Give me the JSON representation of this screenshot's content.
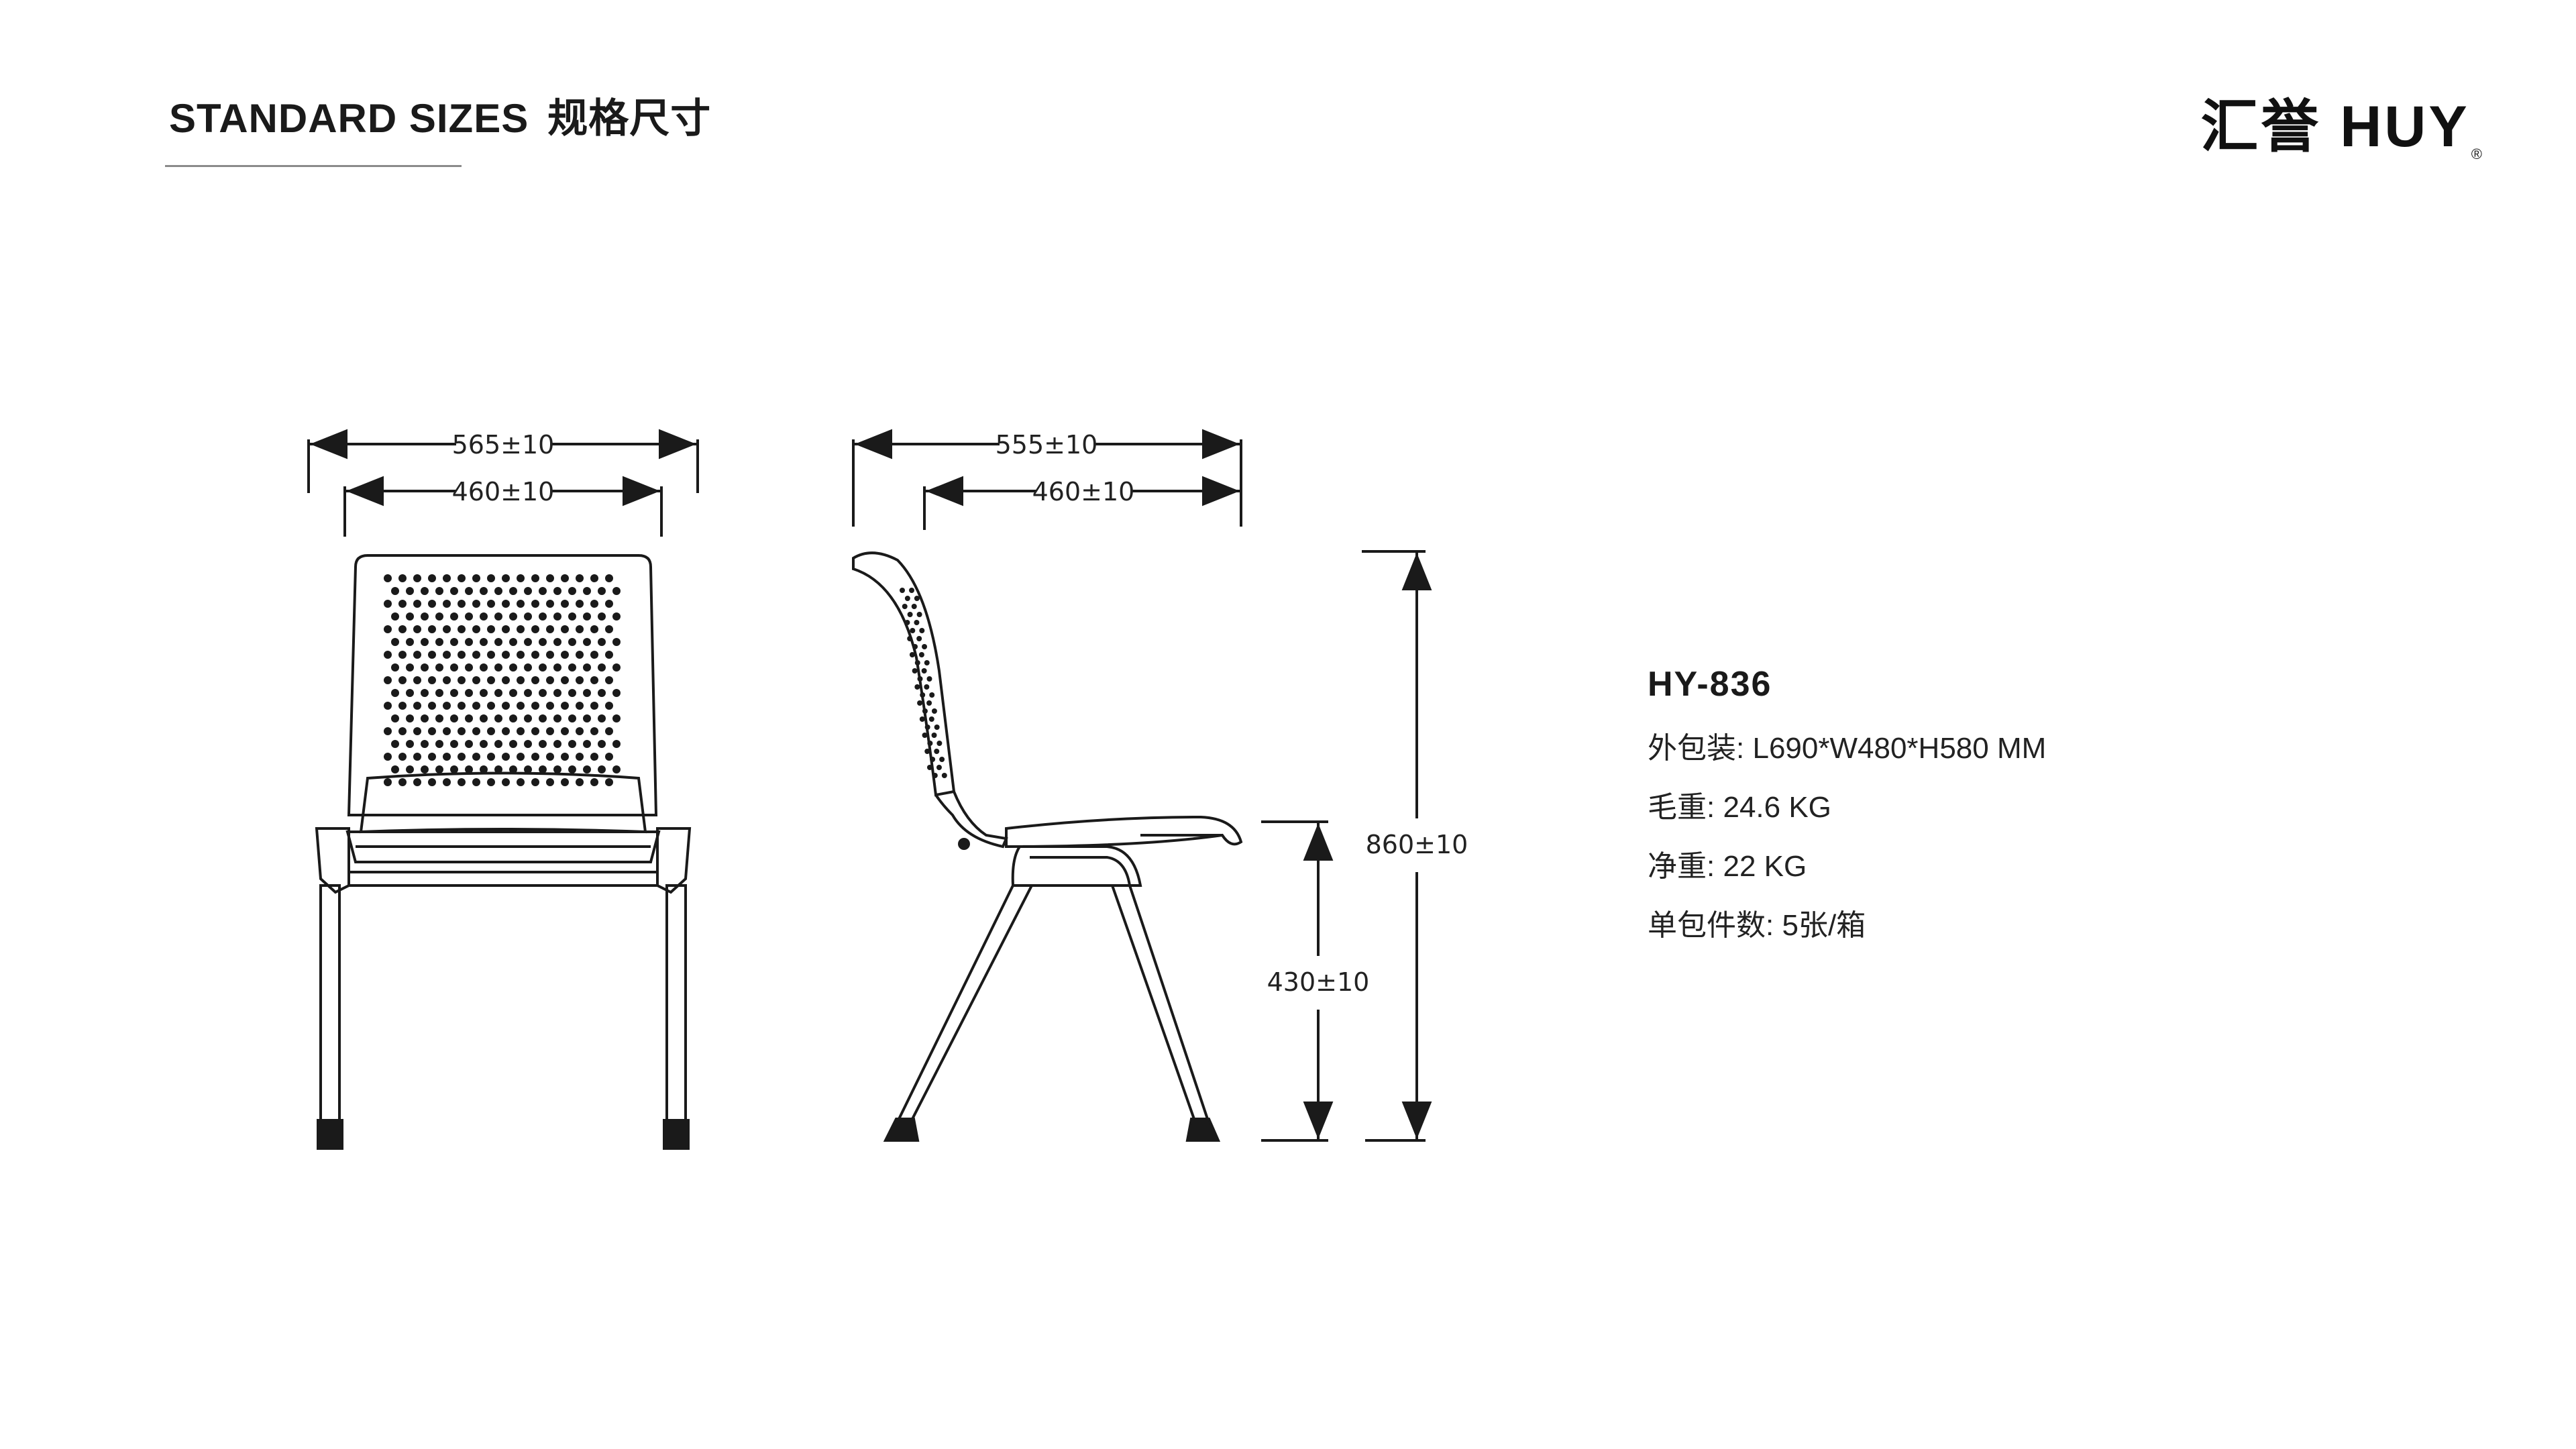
{
  "header": {
    "title_en": "STANDARD SIZES",
    "title_zh": "规格尺寸",
    "brand": "汇誉 HUY",
    "brand_reg": "®"
  },
  "front_view": {
    "dim_overall_width": "565±10",
    "dim_seat_width": "460±10"
  },
  "side_view": {
    "dim_overall_depth": "555±10",
    "dim_seat_depth": "460±10",
    "dim_seat_height": "430±10",
    "dim_overall_height": "860±10"
  },
  "spec": {
    "model": "HY-836",
    "rows": [
      {
        "label": "外包装:",
        "value": "L690*W480*H580 MM"
      },
      {
        "label": "毛重:",
        "value": "24.6 KG"
      },
      {
        "label": "净重:",
        "value": "22 KG"
      },
      {
        "label": "单包件数:",
        "value": "5张/箱"
      }
    ]
  },
  "colors": {
    "line": "#1a1a1a",
    "rule": "#8a8a8a"
  }
}
